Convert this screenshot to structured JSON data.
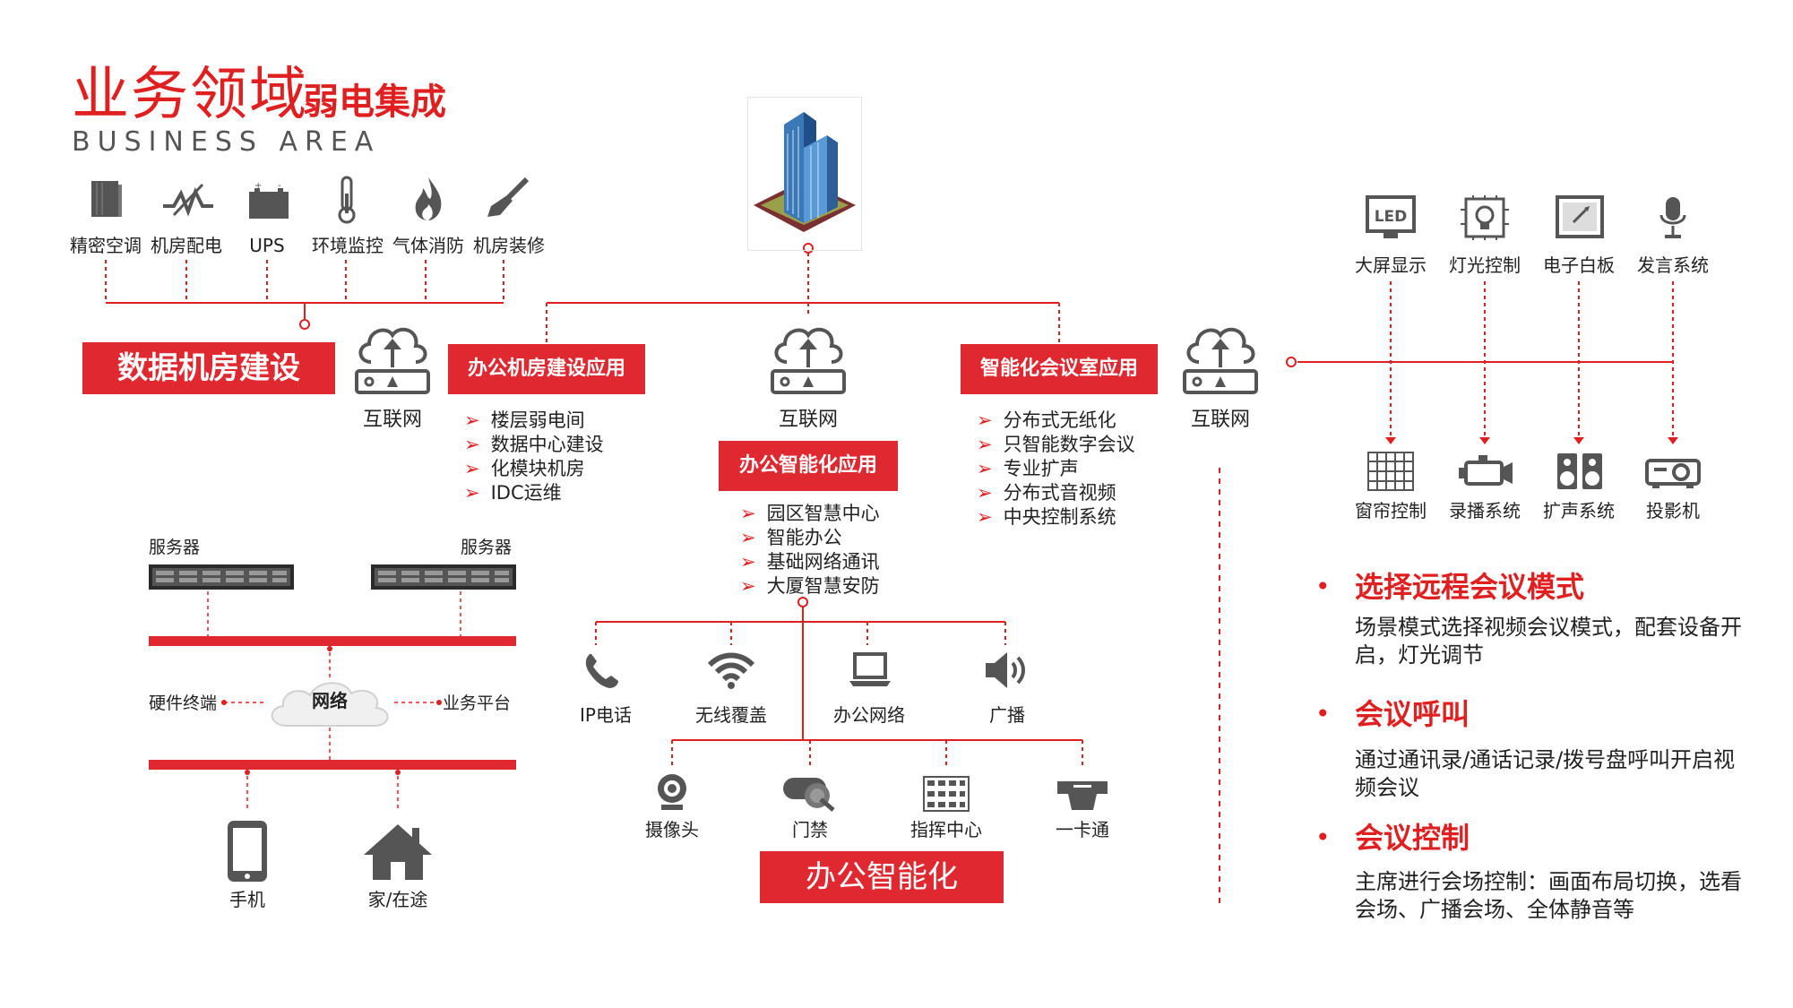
{
  "header": {
    "title": "业务领域",
    "subtitle": "弱电集成",
    "english": "BUSINESS AREA"
  },
  "datacenter": {
    "top_icons": [
      {
        "label": "精密空调",
        "icon": "air-conditioner-icon"
      },
      {
        "label": "机房配电",
        "icon": "power-distribution-icon"
      },
      {
        "label": "UPS",
        "icon": "battery-icon"
      },
      {
        "label": "环境监控",
        "icon": "thermometer-icon"
      },
      {
        "label": "气体消防",
        "icon": "flame-icon"
      },
      {
        "label": "机房装修",
        "icon": "brush-icon"
      }
    ],
    "box_label": "数据机房建设"
  },
  "clouds": {
    "label": "互联网"
  },
  "office_building": {
    "box_label": "办公机房建设应用",
    "items": [
      "楼层弱电间",
      "数据中心建设",
      "化模块机房",
      "IDC运维"
    ]
  },
  "office_smart_app": {
    "box_label": "办公智能化应用",
    "items": [
      "园区智慧中心",
      "智能办公",
      "基础网络通讯",
      "大厦智慧安防"
    ]
  },
  "meeting_room": {
    "box_label": "智能化会议室应用",
    "items": [
      "分布式无纸化",
      "只智能数字会议",
      "专业扩声",
      "分布式音视频",
      "中央控制系统"
    ]
  },
  "network_diagram": {
    "server_label": "服务器",
    "cloud_label": "网络",
    "left_label": "硬件终端",
    "right_label": "业务平台",
    "bottom_items": [
      {
        "label": "手机",
        "icon": "phone-icon"
      },
      {
        "label": "家/在途",
        "icon": "home-icon"
      }
    ]
  },
  "office_devices": {
    "row1": [
      {
        "label": "IP电话",
        "icon": "telephone-icon"
      },
      {
        "label": "无线覆盖",
        "icon": "wifi-icon"
      },
      {
        "label": "办公网络",
        "icon": "laptop-icon"
      },
      {
        "label": "广播",
        "icon": "speaker-icon"
      }
    ],
    "row2": [
      {
        "label": "摄像头",
        "icon": "webcam-icon"
      },
      {
        "label": "门禁",
        "icon": "card-reader-icon"
      },
      {
        "label": "指挥中心",
        "icon": "keypad-icon"
      },
      {
        "label": "一卡通",
        "icon": "card-slot-icon"
      }
    ],
    "box_label": "办公智能化"
  },
  "meeting_devices": {
    "top": [
      {
        "label": "大屏显示",
        "icon": "led-screen-icon"
      },
      {
        "label": "灯光控制",
        "icon": "lightbulb-chip-icon"
      },
      {
        "label": "电子白板",
        "icon": "whiteboard-icon"
      },
      {
        "label": "发言系统",
        "icon": "microphone-icon"
      }
    ],
    "bottom": [
      {
        "label": "窗帘控制",
        "icon": "curtain-grid-icon"
      },
      {
        "label": "录播系统",
        "icon": "video-camera-icon"
      },
      {
        "label": "扩声系统",
        "icon": "loudspeaker-icon"
      },
      {
        "label": "投影机",
        "icon": "projector-icon"
      }
    ],
    "led_text": "LED"
  },
  "features": [
    {
      "title": "选择远程会议模式",
      "text": "场景模式选择视频会议模式，配套设备开启，灯光调节"
    },
    {
      "title": "会议呼叫",
      "text": "通过通讯录/通话记录/拨号盘呼叫开启视频会议"
    },
    {
      "title": "会议控制",
      "text": "主席进行会场控制：画面布局切换，选看会场、广播会场、全体静音等"
    }
  ],
  "colors": {
    "accent": "#e02830",
    "icon_gray": "#555555",
    "line_red": "#e02020"
  }
}
